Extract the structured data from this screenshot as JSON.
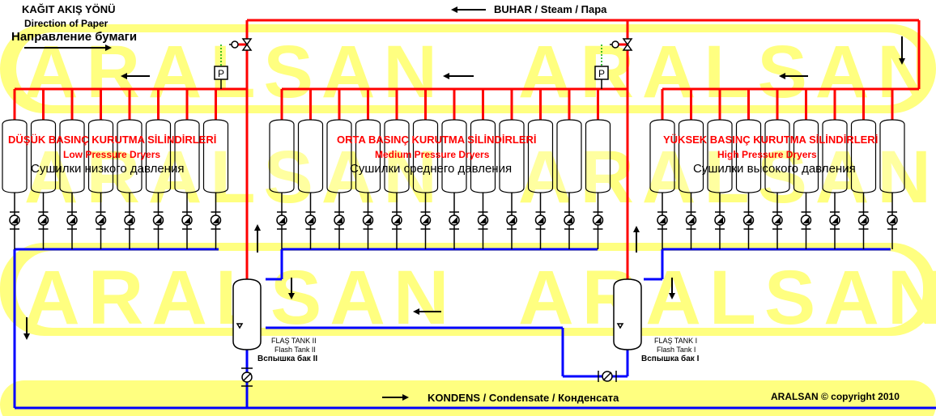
{
  "direction": {
    "tr": "KAĞIT AKIŞ YÖNÜ",
    "en": "Direction of Paper",
    "ru": "Направление бумаги"
  },
  "steam_label": "BUHAR / Steam / Пара",
  "condensate_label": "KONDENS / Condensate / Конденсата",
  "copyright": "ARALSAN © copyright 2010",
  "watermark": "ARALSAN",
  "groups": [
    {
      "tr": "DÜŞÜK BASINÇ KURUTMA SİLİNDİRLERİ",
      "en": "Low Pressure Dryers",
      "ru": "Сушилки низкого давления"
    },
    {
      "tr": "ORTA BASINÇ KURUTMA SİLİNDİRLERİ",
      "en": "Medium Pressure Dryers",
      "ru": "Сушилки среднего давления"
    },
    {
      "tr": "YÜKSEK BASINÇ KURUTMA SİLİNDİRLERİ",
      "en": "High Pressure Dryers",
      "ru": "Сушилки высокого давления"
    }
  ],
  "flash_tank_2": {
    "tr": "FLAŞ TANK II",
    "en": "Flash Tank II",
    "ru": "Вспышка бак II"
  },
  "flash_tank_1": {
    "tr": "FLAŞ TANK I",
    "en": "Flash Tank I",
    "ru": "Вспышка бак I"
  },
  "pressure_symbol": "P",
  "colors": {
    "steam": "#ff0000",
    "condensate": "#0000ff",
    "watermark": "#ffff80",
    "group_title": "#ff0000"
  }
}
